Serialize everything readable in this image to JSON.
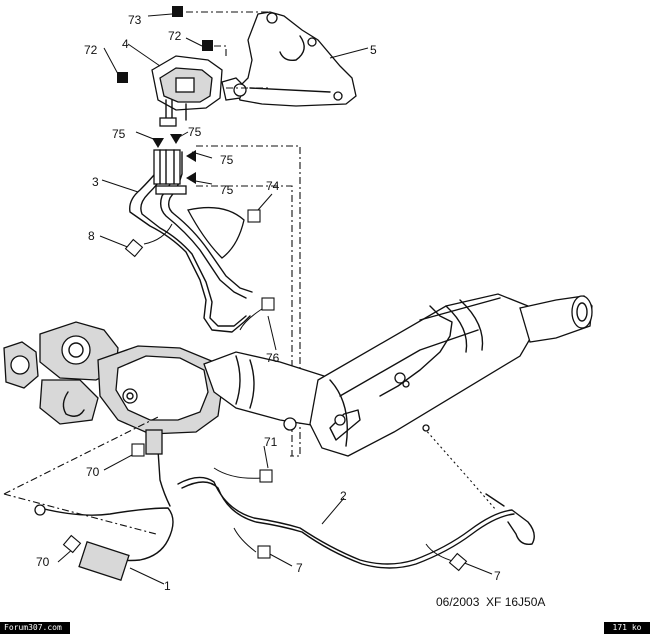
{
  "callouts": [
    "73",
    "72",
    "4",
    "72",
    "5",
    "75",
    "75",
    "75",
    "75",
    "3",
    "74",
    "8",
    "76",
    "71",
    "70",
    "2",
    "70",
    "1",
    "7",
    "7"
  ],
  "caption": "06/2003  XF 16J50A",
  "footer": {
    "left": "Forum307.com",
    "right": "171 ko"
  }
}
